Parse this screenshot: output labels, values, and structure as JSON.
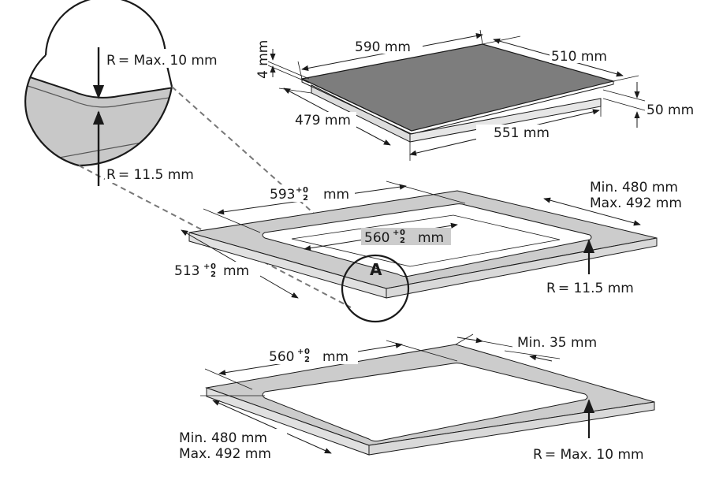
{
  "hob": {
    "width": "590 mm",
    "depth": "510 mm",
    "thickness": "4 mm",
    "height": "50 mm",
    "inner_depth": "479 mm",
    "inner_width": "551 mm"
  },
  "detail": {
    "r_letter": "R",
    "r_top_value": "= Max. 10 mm",
    "r_bottom_value": "= 11.5 mm",
    "marker": "A"
  },
  "cutout_a": {
    "outer_width_value": "593",
    "outer_width_unit": "mm",
    "outer_depth_value": "513",
    "outer_depth_unit": "mm",
    "inner_width_value": "560",
    "inner_width_unit": "mm",
    "tolerance_upper": "0",
    "tolerance_lower": "2",
    "plus": "+",
    "min_depth": "Min. 480 mm",
    "max_depth": "Max. 492 mm",
    "radius_r": "R",
    "radius_value": "= 11.5 mm"
  },
  "cutout_b": {
    "width_value": "560",
    "width_unit": "mm",
    "tolerance_upper": "0",
    "tolerance_lower": "2",
    "plus": "+",
    "min_edge": "Min. 35 mm",
    "min_depth": "Min. 480 mm",
    "max_depth": "Max. 492 mm",
    "radius_r": "R",
    "radius_value": "= Max. 10 mm"
  },
  "colors": {
    "line": "#1a1a1a",
    "hob_top": "#7d7d7d",
    "hob_side": "#d9d9d9",
    "counter": "#cccccc",
    "detail_fill": "#c8c8c8",
    "dash": "#777777"
  }
}
